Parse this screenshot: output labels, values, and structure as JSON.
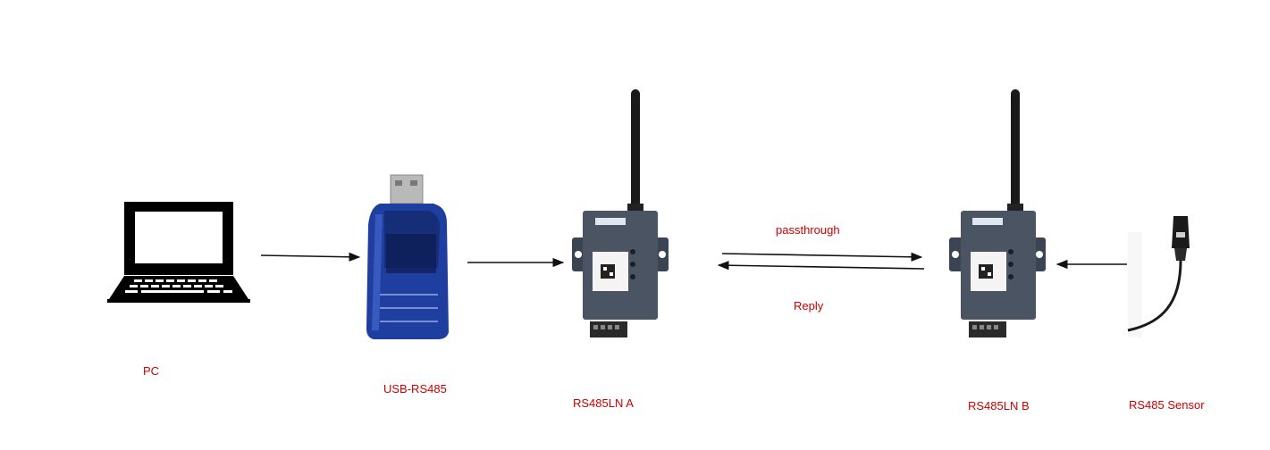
{
  "colors": {
    "label": "#cc0000",
    "arrow": "#111111",
    "device_body": "#3b4452",
    "device_front": "#4a5462",
    "usb_blue": "#1f3fa0",
    "antenna": "#1a1a1a"
  },
  "nodes": {
    "pc": {
      "label": "PC",
      "icon": "laptop-icon"
    },
    "usb_rs485": {
      "label": "USB-RS485",
      "icon": "usb-adapter-icon"
    },
    "rs485ln_a": {
      "label": "RS485LN A",
      "icon": "lorawan-node-icon"
    },
    "rs485ln_b": {
      "label": "RS485LN B",
      "icon": "lorawan-node-icon"
    },
    "sensor": {
      "label": "RS485 Sensor",
      "icon": "sensor-probe-icon"
    }
  },
  "links": {
    "passthrough": {
      "label": "passthrough"
    },
    "reply": {
      "label": "Reply"
    }
  }
}
